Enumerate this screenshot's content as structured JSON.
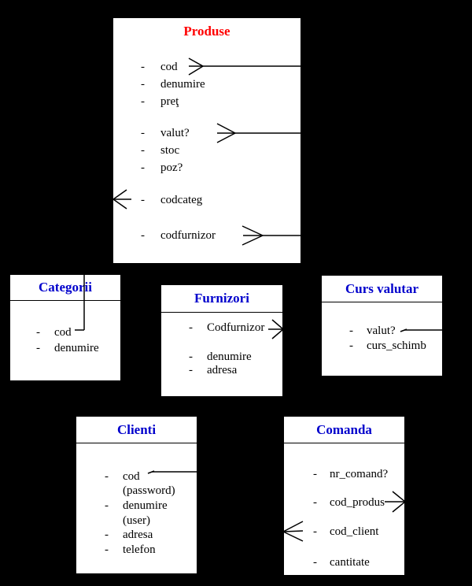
{
  "diagram": {
    "bullet": "-",
    "colors": {
      "background": "#000000",
      "box_fill": "#ffffff",
      "line": "#000000",
      "title_produse": "#ff0000",
      "title_other": "#0000cc",
      "field_text": "#000000"
    },
    "entities": {
      "produse": {
        "title": "Produse",
        "fields": [
          "cod",
          "denumire",
          "preţ",
          "valut?",
          "stoc",
          "poz?",
          "codcateg",
          "codfurnizor"
        ]
      },
      "categorii": {
        "title": "Categorii",
        "fields": [
          "cod",
          "denumire"
        ]
      },
      "furnizori": {
        "title": "Furnizori",
        "fields": [
          "Codfurnizor",
          "denumire",
          "adresa"
        ]
      },
      "curs_valutar": {
        "title": "Curs valutar",
        "fields": [
          "valut?",
          "curs_schimb"
        ]
      },
      "clienti": {
        "title": "Clienti",
        "fields": [
          "cod",
          "(password)",
          "denumire",
          "(user)",
          "adresa",
          "telefon"
        ]
      },
      "comanda": {
        "title": "Comanda",
        "fields": [
          "nr_comand?",
          "cod_produs",
          "cod_client",
          "cantitate"
        ]
      }
    },
    "connectors": [
      {
        "at": "Produse.cod",
        "symbol": "crow-foot",
        "points": "right toward box edge"
      },
      {
        "at": "Produse.valut?",
        "symbol": "crow-foot",
        "points": "right toward box edge"
      },
      {
        "at": "Produse.codcateg",
        "symbol": "crow-foot",
        "points": "at left box edge"
      },
      {
        "at": "Produse.codfurnizor",
        "symbol": "crow-foot",
        "points": "right toward box edge"
      },
      {
        "at": "Categorii.cod",
        "symbol": "elbow-line",
        "points": "up through title to top edge"
      },
      {
        "at": "Furnizori.Codfurnizor",
        "symbol": "crow-foot",
        "points": "at right box edge"
      },
      {
        "at": "Curs valutar.valut?",
        "symbol": "line",
        "points": "right to box edge"
      },
      {
        "at": "Clienti.cod",
        "symbol": "line",
        "points": "right to box edge"
      },
      {
        "at": "Comanda.cod_produs",
        "symbol": "crow-foot",
        "points": "at right box edge"
      },
      {
        "at": "Comanda.cod_client",
        "symbol": "crow-foot",
        "points": "at left box edge"
      }
    ]
  }
}
